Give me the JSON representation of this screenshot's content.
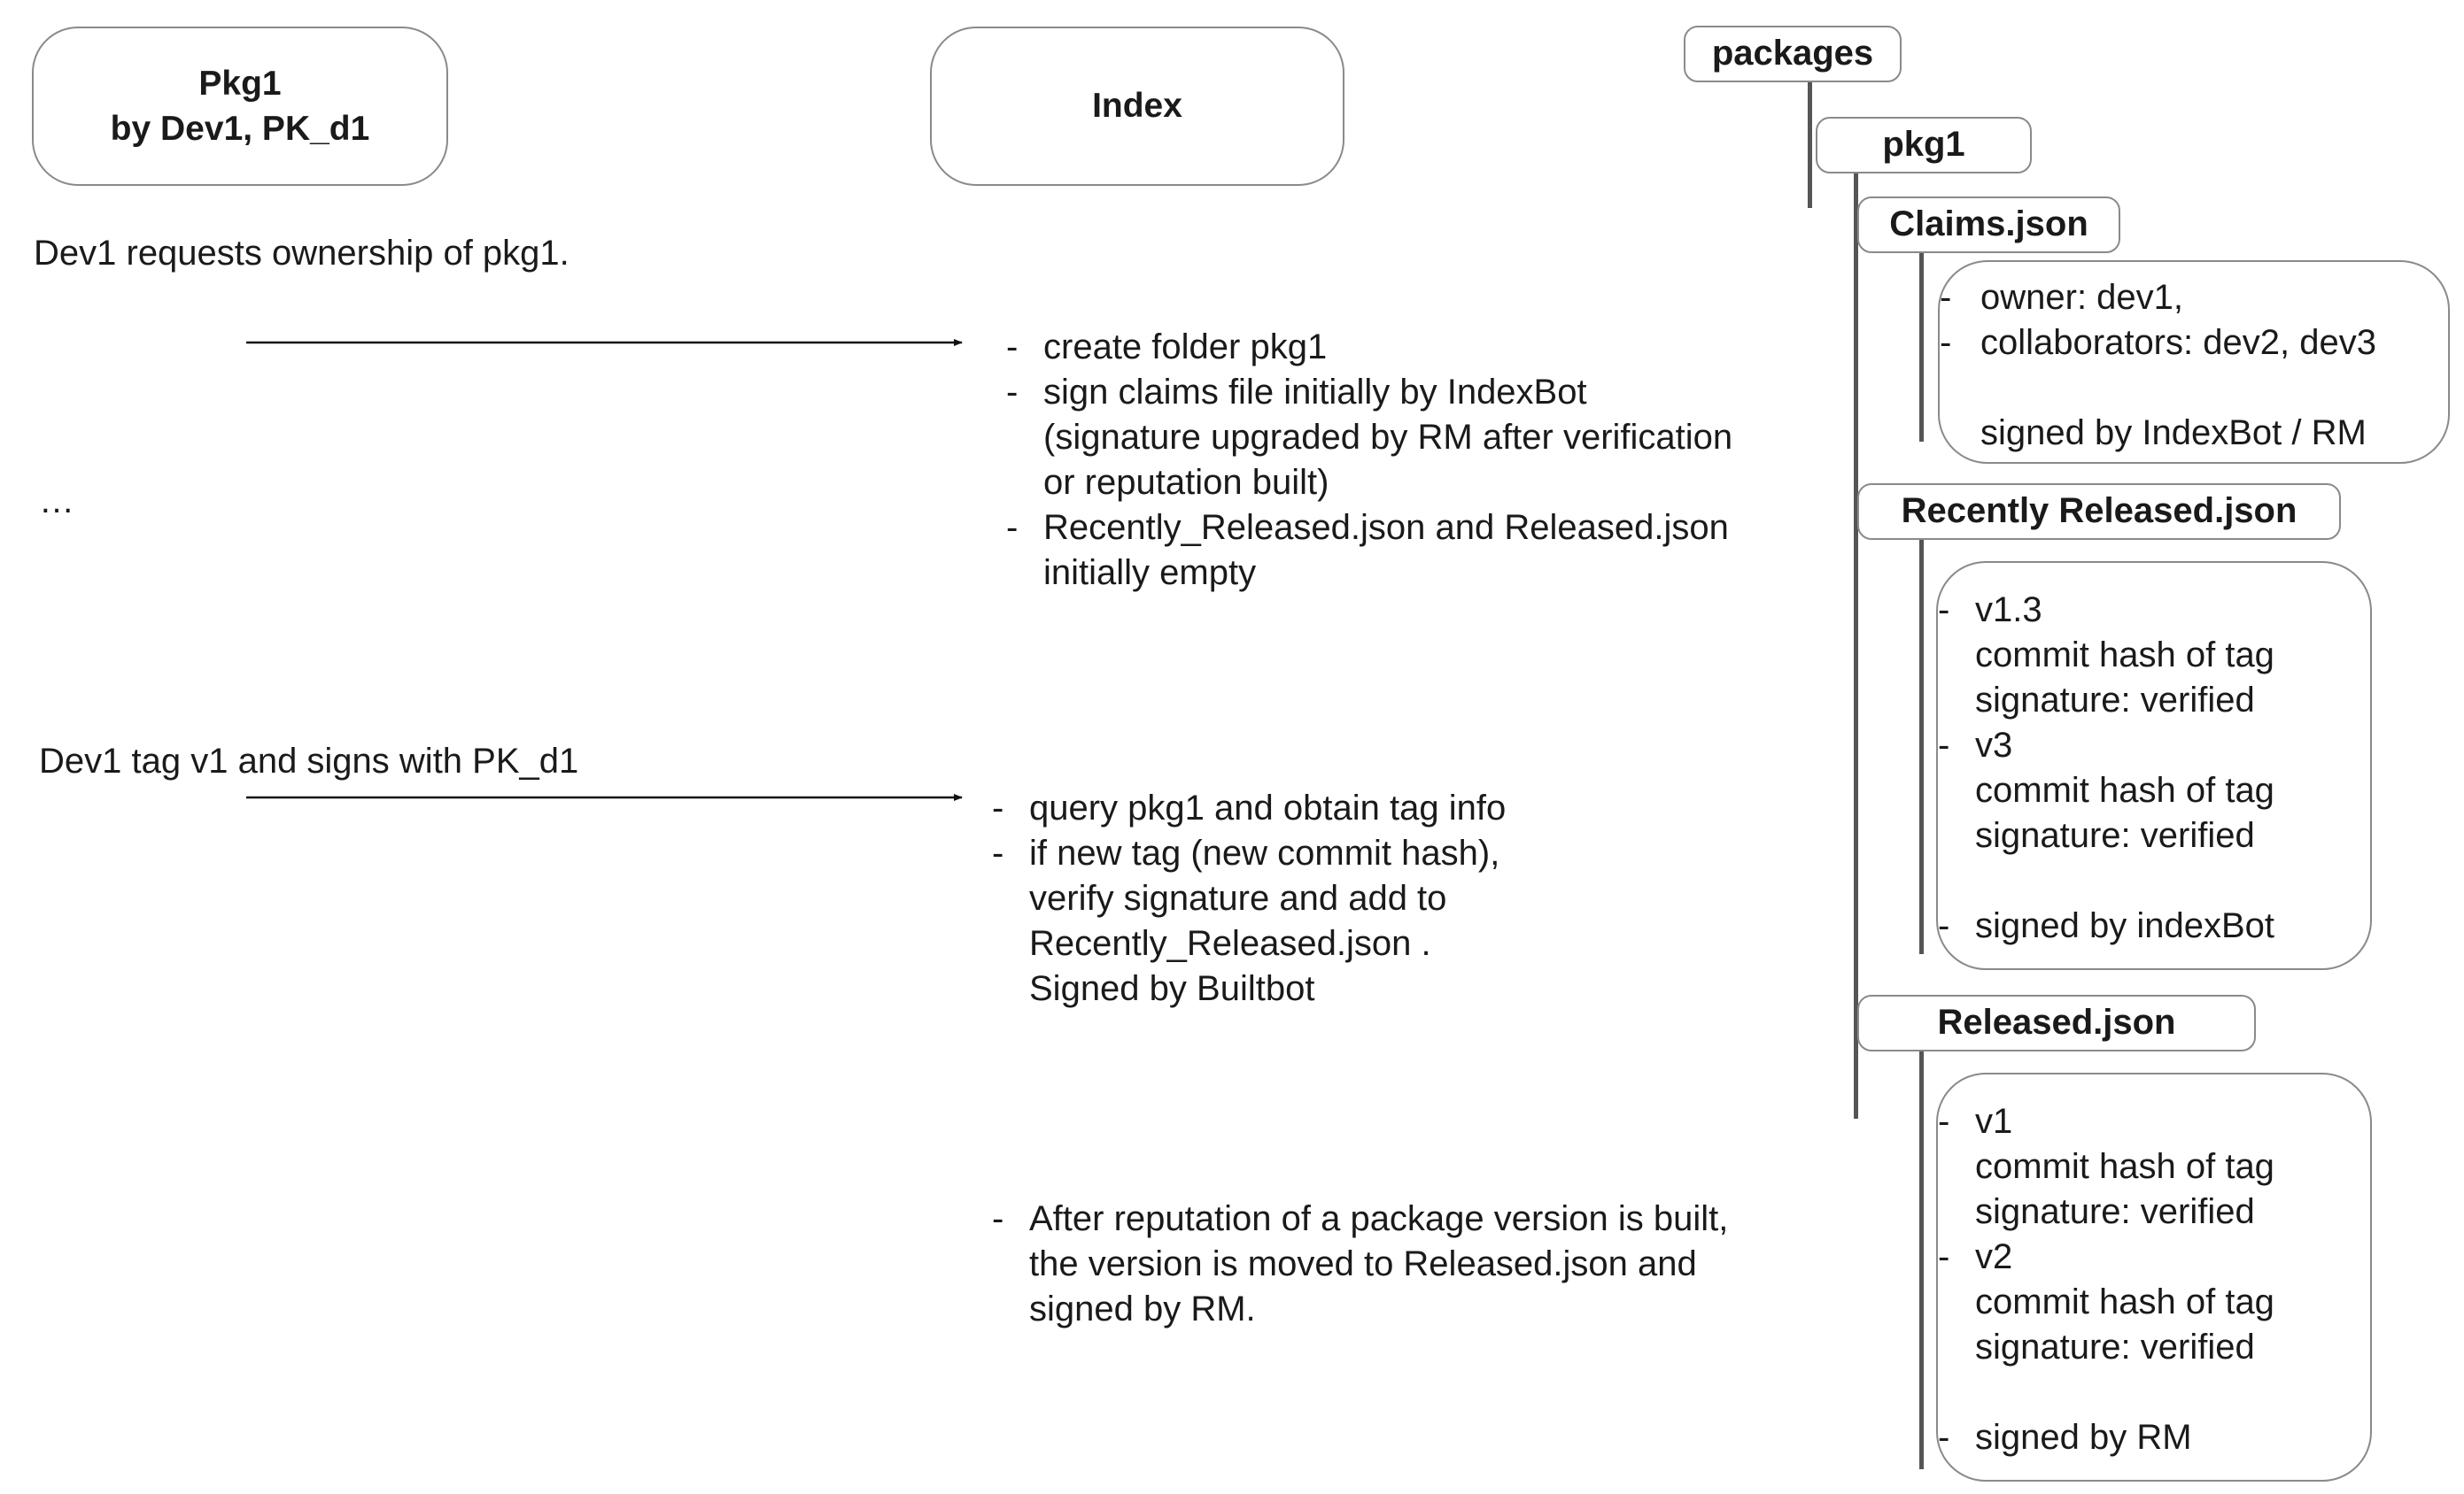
{
  "actors": {
    "pkg1": {
      "line1": "Pkg1",
      "line2": "by Dev1, PK_d1"
    },
    "index": {
      "label": "Index"
    }
  },
  "steps": [
    {
      "actor_text": "Dev1 requests ownership of pkg1.",
      "index_items": [
        {
          "lines": [
            "create folder pkg1"
          ]
        },
        {
          "lines": [
            "sign claims file initially by IndexBot",
            "(signature upgraded by RM after verification",
            "or reputation built)"
          ]
        },
        {
          "lines": [
            "Recently_Released.json and Released.json",
            "initially empty"
          ]
        }
      ]
    },
    {
      "actor_text": "…"
    },
    {
      "actor_text": "Dev1 tag v1 and signs with PK_d1",
      "index_items": [
        {
          "lines": [
            "query pkg1 and obtain tag info"
          ]
        },
        {
          "lines": [
            "if new tag (new commit hash),",
            "verify signature and add to",
            "Recently_Released.json .",
            "Signed by Builtbot"
          ]
        }
      ]
    },
    {
      "index_items": [
        {
          "lines": [
            "After reputation of a package version is built,",
            "the version is moved to Released.json and",
            "signed by RM."
          ]
        }
      ]
    }
  ],
  "tree": {
    "root": "packages",
    "package": "pkg1",
    "files": [
      {
        "name": "Claims.json",
        "lines": [
          {
            "dash": true,
            "text": "owner: dev1,"
          },
          {
            "dash": true,
            "text": "collaborators: dev2, dev3"
          },
          {
            "dash": false,
            "text": ""
          },
          {
            "dash": false,
            "text": "signed by IndexBot / RM"
          }
        ]
      },
      {
        "name": "Recently Released.json",
        "lines": [
          {
            "dash": true,
            "text": "v1.3"
          },
          {
            "dash": false,
            "text": "commit hash of tag"
          },
          {
            "dash": false,
            "text": "signature: verified"
          },
          {
            "dash": true,
            "text": "v3"
          },
          {
            "dash": false,
            "text": "commit hash of tag"
          },
          {
            "dash": false,
            "text": "signature: verified"
          },
          {
            "dash": false,
            "text": ""
          },
          {
            "dash": true,
            "text": "signed by indexBot"
          }
        ]
      },
      {
        "name": "Released.json",
        "lines": [
          {
            "dash": true,
            "text": "v1"
          },
          {
            "dash": false,
            "text": "commit hash of tag"
          },
          {
            "dash": false,
            "text": "signature: verified"
          },
          {
            "dash": true,
            "text": "v2"
          },
          {
            "dash": false,
            "text": "commit hash of tag"
          },
          {
            "dash": false,
            "text": "signature: verified"
          },
          {
            "dash": false,
            "text": ""
          },
          {
            "dash": true,
            "text": "signed by RM"
          }
        ]
      }
    ]
  }
}
